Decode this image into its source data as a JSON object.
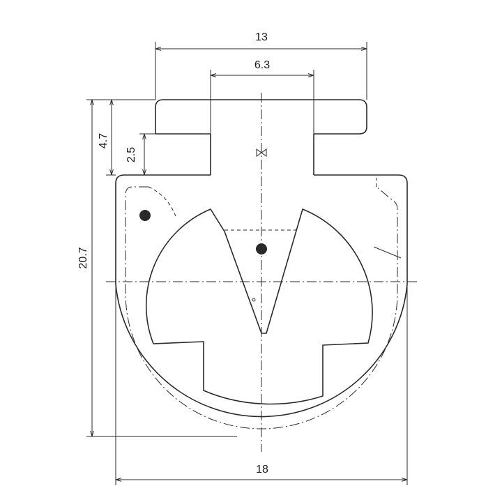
{
  "drawing": {
    "dimensions": {
      "top_width": "13",
      "neck_width": "6.3",
      "flange_height": "4.7",
      "step_height": "2.5",
      "total_height": "20.7",
      "total_width": "18"
    },
    "symbols": {
      "bowtie": "bowtie-marker-icon"
    }
  }
}
